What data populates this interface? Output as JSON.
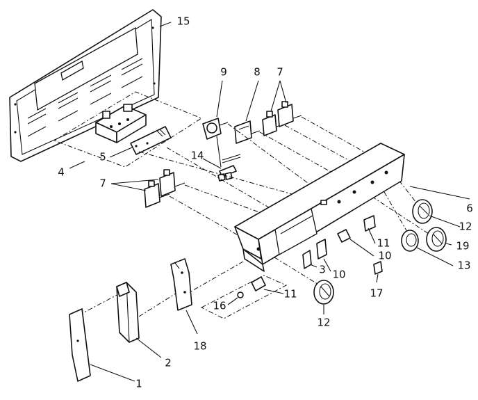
{
  "callouts": [
    {
      "id": "c1",
      "text": "1"
    },
    {
      "id": "c2",
      "text": "2"
    },
    {
      "id": "c3",
      "text": "3"
    },
    {
      "id": "c4",
      "text": "4"
    },
    {
      "id": "c5",
      "text": "5"
    },
    {
      "id": "c6",
      "text": "6"
    },
    {
      "id": "c7a",
      "text": "7"
    },
    {
      "id": "c7b",
      "text": "7"
    },
    {
      "id": "c8",
      "text": "8"
    },
    {
      "id": "c9",
      "text": "9"
    },
    {
      "id": "c10a",
      "text": "10"
    },
    {
      "id": "c10b",
      "text": "10"
    },
    {
      "id": "c11a",
      "text": "11"
    },
    {
      "id": "c11b",
      "text": "11"
    },
    {
      "id": "c12a",
      "text": "12"
    },
    {
      "id": "c12b",
      "text": "12"
    },
    {
      "id": "c13",
      "text": "13"
    },
    {
      "id": "c14",
      "text": "14"
    },
    {
      "id": "c15",
      "text": "15"
    },
    {
      "id": "c16",
      "text": "16"
    },
    {
      "id": "c17",
      "text": "17"
    },
    {
      "id": "c18",
      "text": "18"
    },
    {
      "id": "c19",
      "text": "19"
    }
  ]
}
